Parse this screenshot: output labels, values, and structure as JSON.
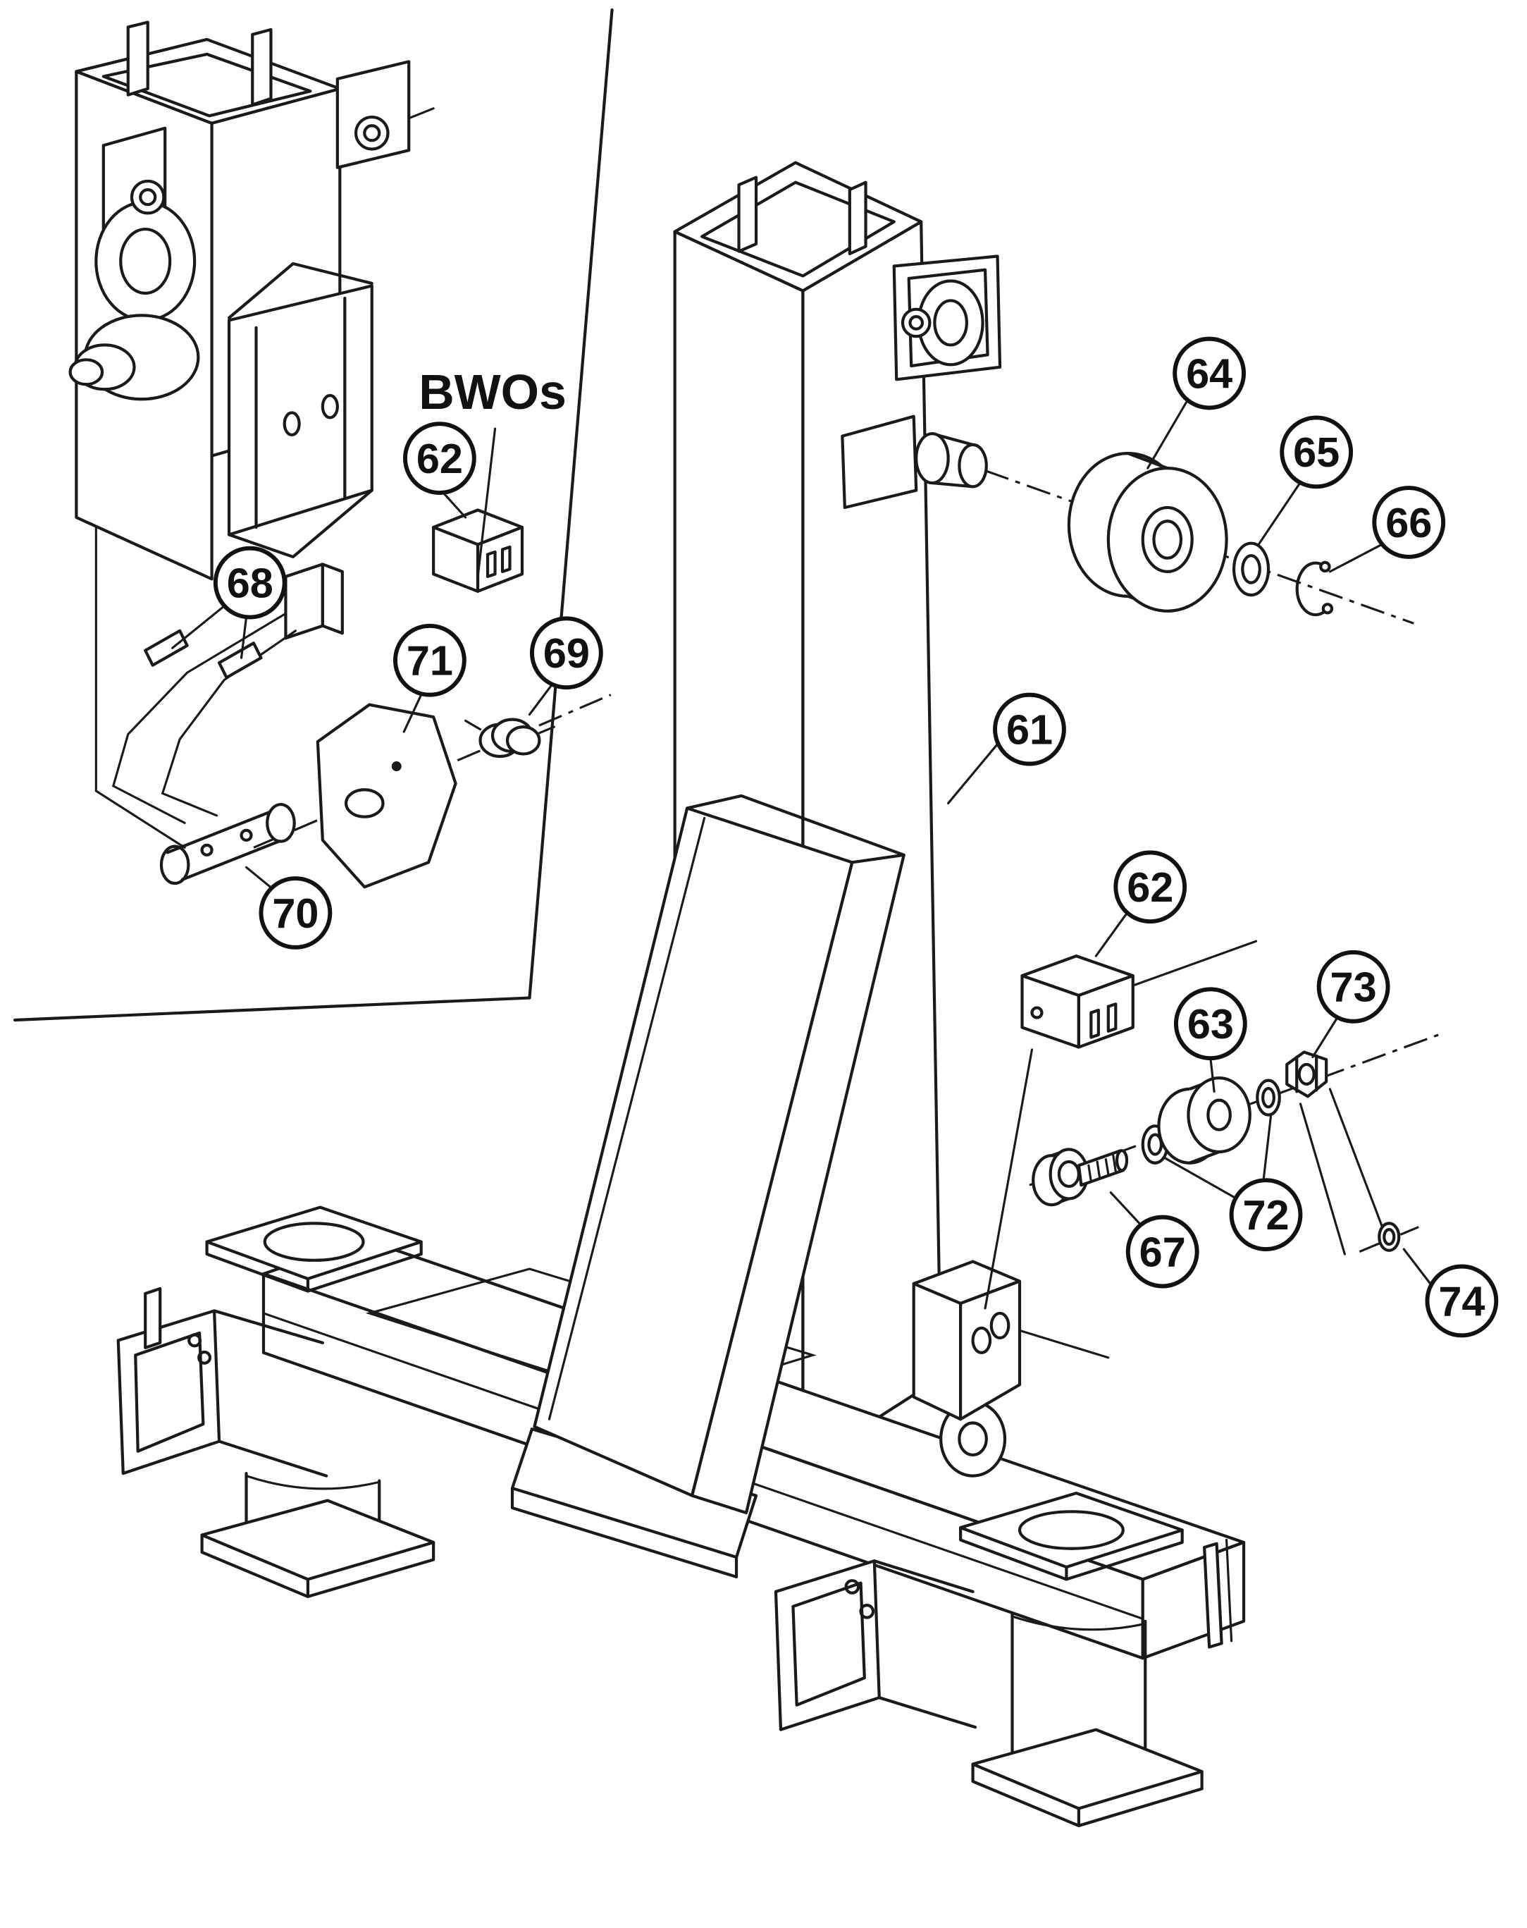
{
  "figure": {
    "kind": "exploded-parts-line-drawing",
    "bwos_label": "BWOs",
    "colors": {
      "line": "#1a1a1a",
      "background": "#ffffff"
    }
  },
  "callouts": {
    "c61": "61",
    "c62_main": "62",
    "c62_inset": "62",
    "c63": "63",
    "c64": "64",
    "c65": "65",
    "c66": "66",
    "c67": "67",
    "c68": "68",
    "c69": "69",
    "c70": "70",
    "c71": "71",
    "c72": "72",
    "c73": "73",
    "c74": "74"
  }
}
